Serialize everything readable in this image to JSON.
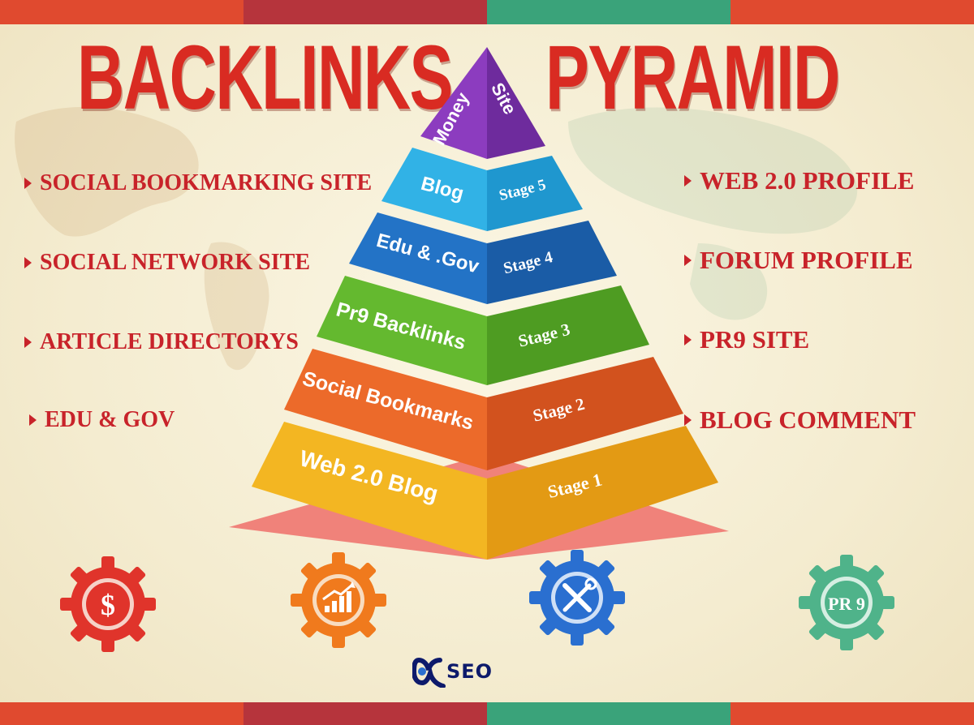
{
  "banner": {
    "title_left": "BACKLINKS",
    "title_right": "PYRAMID"
  },
  "features_left": [
    "SOCIAL BOOKMARKING SITE",
    "SOCIAL NETWORK SITE",
    "ARTICLE DIRECTORYS",
    "EDU & GOV"
  ],
  "features_right": [
    "WEB 2.0 PROFILE",
    "FORUM PROFILE",
    "PR9 SITE",
    "BLOG COMMENT"
  ],
  "pyramid": {
    "apex_line1": "Money",
    "apex_line2": "Site",
    "levels": [
      {
        "label": "Blog",
        "stage": "Stage 5",
        "color": "#2aa9e0"
      },
      {
        "label": "Edu & .Gov",
        "stage": "Stage 4",
        "color": "#1e6bbf"
      },
      {
        "label": "Pr9 Backlinks",
        "stage": "Stage 3",
        "color": "#5fb52c"
      },
      {
        "label": "Social Bookmarks",
        "stage": "Stage 2",
        "color": "#e8622a"
      },
      {
        "label": "Web 2.0 Blog",
        "stage": "Stage 1",
        "color": "#f0b21e"
      }
    ],
    "apex_color": "#8a3bbd",
    "base_color": "#ef6f6a"
  },
  "gears": [
    {
      "icon": "dollar-icon",
      "symbol": "$",
      "color": "#e0342b"
    },
    {
      "icon": "growth-chart-icon",
      "symbol": "",
      "color": "#f07a1d"
    },
    {
      "icon": "tools-icon",
      "symbol": "",
      "color": "#2a6fd0"
    },
    {
      "icon": "pr9-icon",
      "symbol": "PR 9",
      "color": "#4fb38a"
    }
  ],
  "logo": {
    "text": "SEO",
    "color": "#0d1a6b"
  },
  "colors": {
    "accent_red": "#d92b22",
    "stripe": [
      "#e04a2f",
      "#b6343c",
      "#3aa37a",
      "#e04a2f"
    ]
  }
}
